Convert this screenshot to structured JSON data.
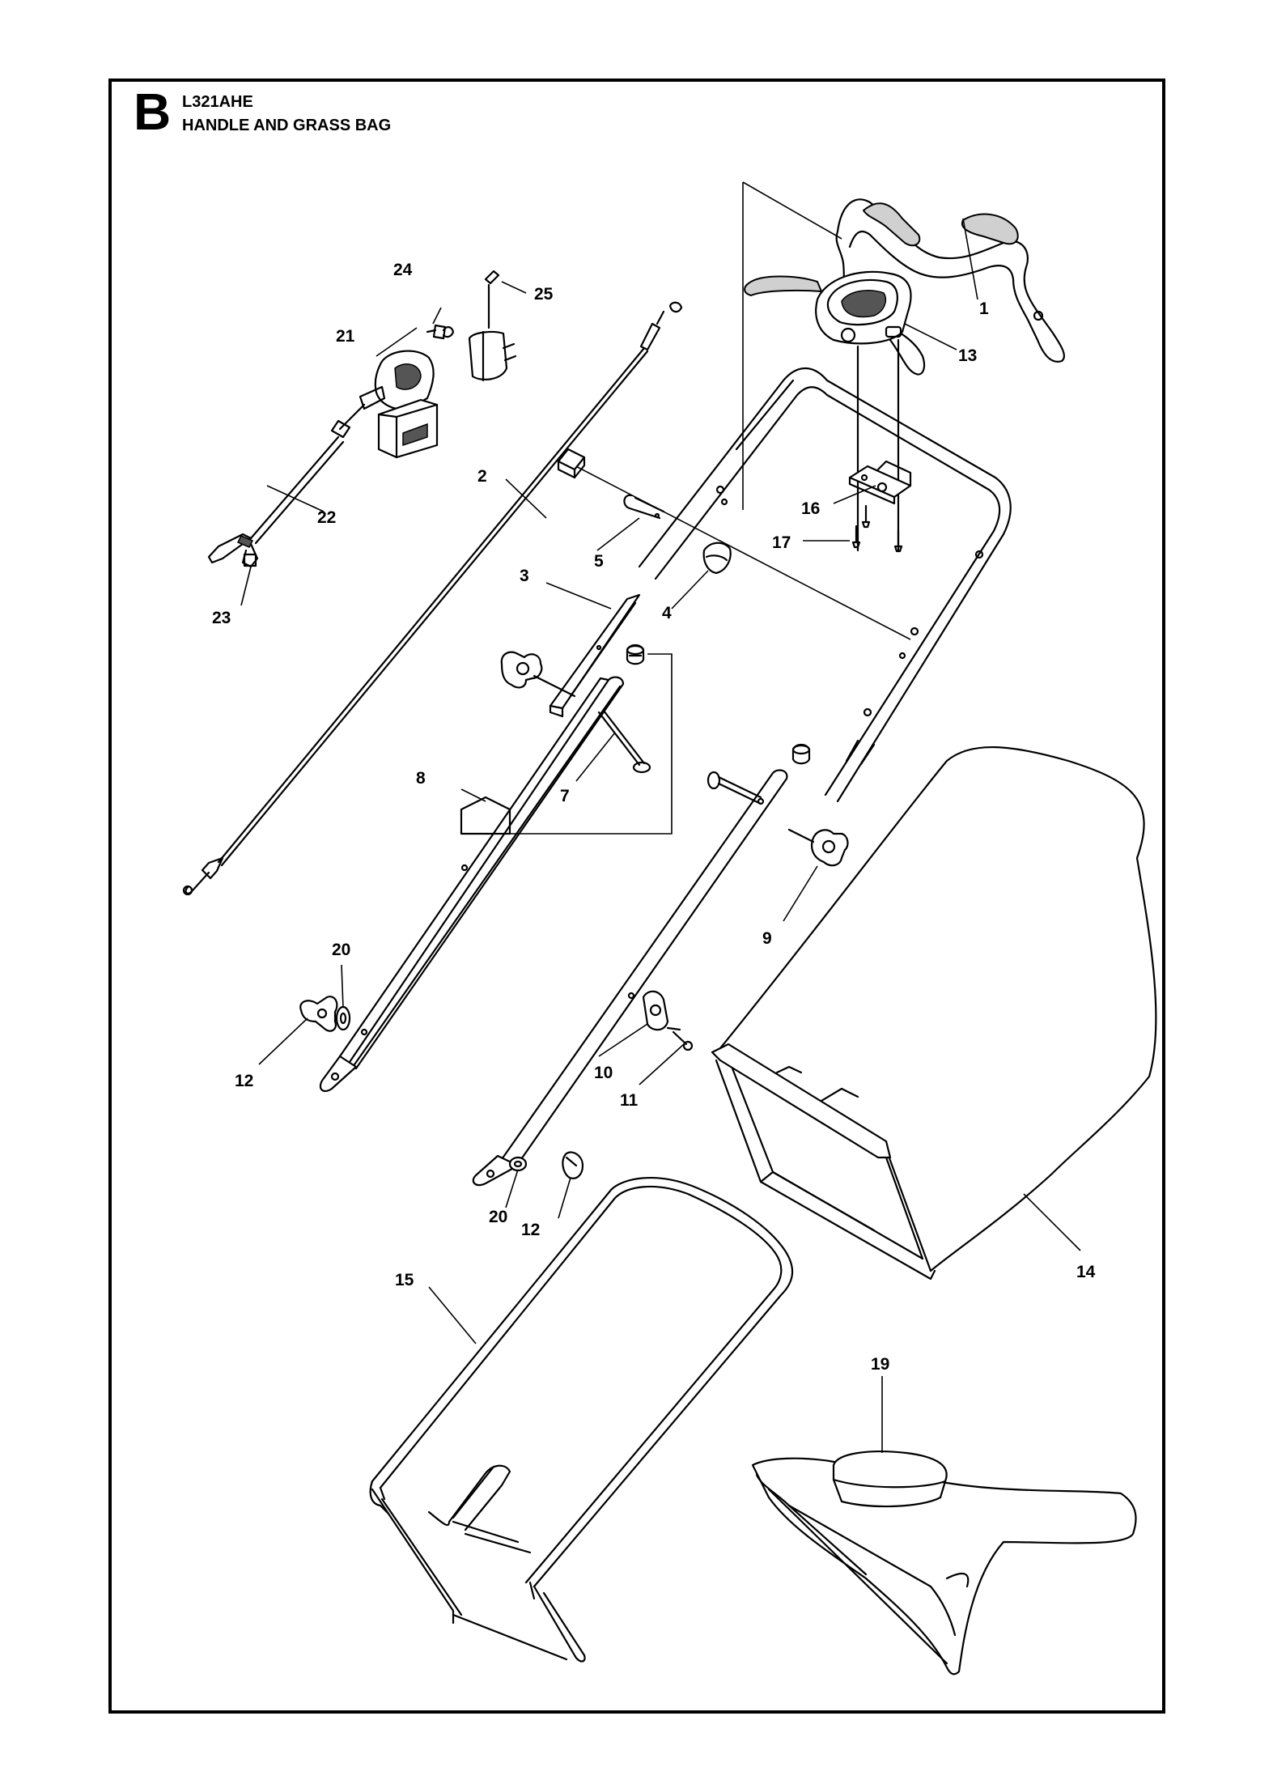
{
  "header": {
    "section_letter": "B",
    "model": "L321AHE",
    "title": "HANDLE AND GRASS BAG"
  },
  "callouts": [
    "1",
    "2",
    "3",
    "4",
    "5",
    "7",
    "8",
    "9",
    "10",
    "11",
    "12",
    "12",
    "13",
    "14",
    "15",
    "16",
    "17",
    "19",
    "20",
    "20",
    "21",
    "22",
    "23",
    "24",
    "25"
  ]
}
